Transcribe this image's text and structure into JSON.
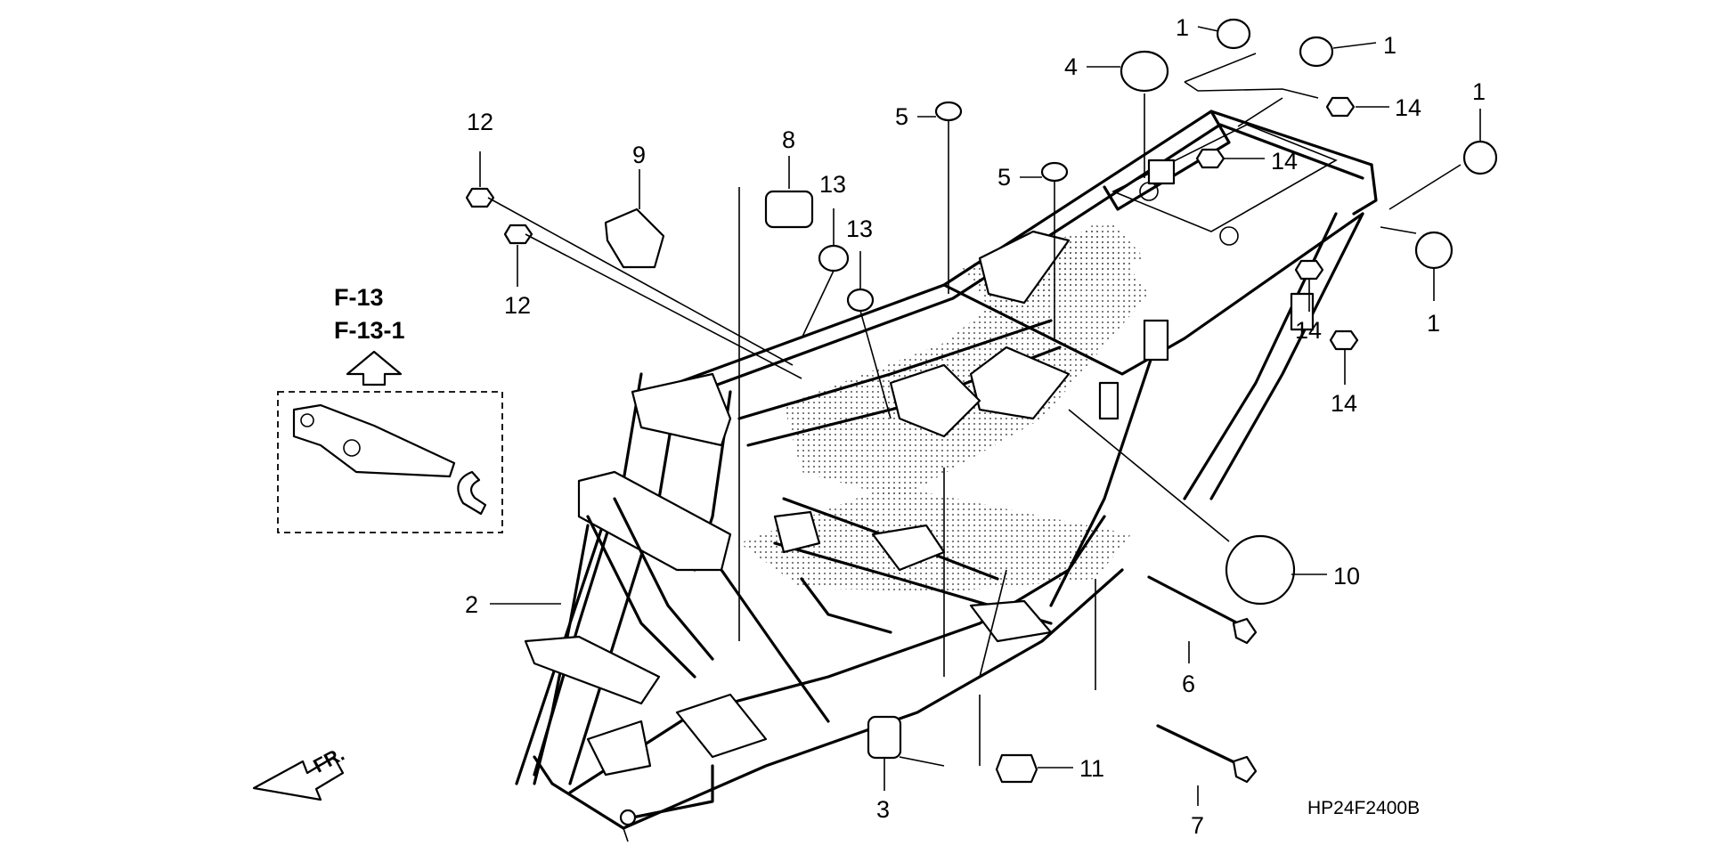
{
  "callouts": {
    "c1a": "1",
    "c1b": "1",
    "c1c": "1",
    "c1d": "1",
    "c2": "2",
    "c3": "3",
    "c4": "4",
    "c5a": "5",
    "c5b": "5",
    "c6": "6",
    "c7": "7",
    "c8": "8",
    "c9": "9",
    "c10": "10",
    "c11": "11",
    "c12a": "12",
    "c12b": "12",
    "c13a": "13",
    "c13b": "13",
    "c14a": "14",
    "c14b": "14",
    "c14c": "14",
    "c14d": "14"
  },
  "reference": {
    "line1": "F-13",
    "line2": "F-13-1"
  },
  "direction_label": "FR.",
  "diagram_code": "HP24F2400B"
}
